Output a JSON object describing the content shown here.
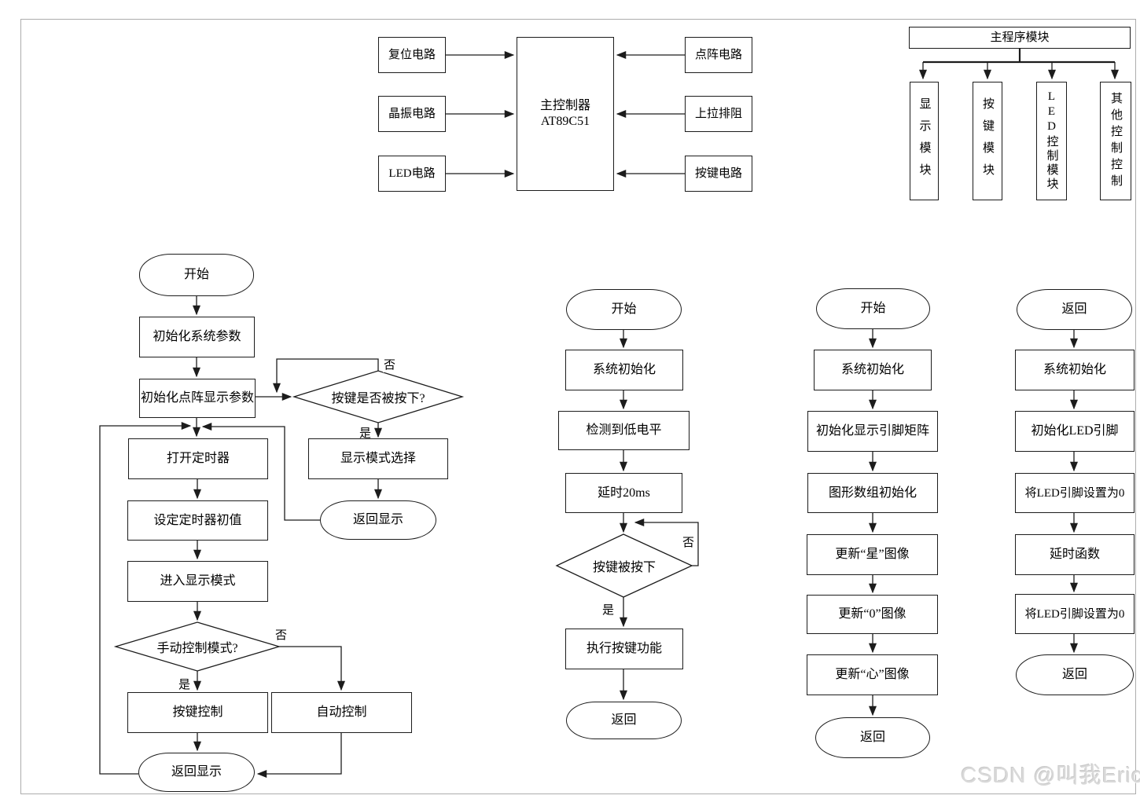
{
  "colors": {
    "line": "#1c1c1c",
    "frame_border": "#adadad",
    "watermark_gray": "#d9d9d9"
  },
  "block_diagram": {
    "left_labels": [
      "复位电路",
      "晶振电路",
      "LED电路"
    ],
    "controller": {
      "title": "主控制器",
      "chip": "AT89C51"
    },
    "right_labels": [
      "点阵电路",
      "上拉排阻",
      "按键电路"
    ]
  },
  "module_tree": {
    "root": "主程序模块",
    "children": [
      "显示模块",
      "按键模块",
      "LED控制模块",
      "其他控制控制"
    ]
  },
  "flow_main": {
    "start": "开始",
    "init_system": "初始化系统参数",
    "init_dot_matrix": "初始化点阵显示参数",
    "key_pressed_q": "按键是否被按下?",
    "no": "否",
    "yes": "是",
    "display_mode_select": "显示模式选择",
    "return_display": "返回显示",
    "open_timer": "打开定时器",
    "set_timer_init": "设定定时器初值",
    "enter_display_mode": "进入显示模式",
    "manual_mode_q": "手动控制模式?",
    "key_control": "按键控制",
    "auto_control": "自动控制",
    "return_display2": "返回显示"
  },
  "flow_key": {
    "start": "开始",
    "sys_init": "系统初始化",
    "detect_low": "检测到低电平",
    "delay": "延时20ms",
    "pressed_q": "按键被按下",
    "no": "否",
    "yes": "是",
    "exec": "执行按键功能",
    "ret": "返回"
  },
  "flow_display": {
    "start": "开始",
    "sys_init": "系统初始化",
    "init_pins": "初始化显示引脚矩阵",
    "init_array": "图形数组初始化",
    "upd_star": "更新“星”图像",
    "upd_zero": "更新“0”图像",
    "upd_heart": "更新“心”图像",
    "ret": "返回"
  },
  "flow_led": {
    "start": "返回",
    "sys_init": "系统初始化",
    "init_led": "初始化LED引脚",
    "set0_first": "将LED引脚设置为0",
    "delay_fn": "延时函数",
    "set0_second": "将LED引脚设置为0",
    "ret": "返回"
  },
  "watermark": {
    "text": "CSDN @叫我Eric"
  }
}
